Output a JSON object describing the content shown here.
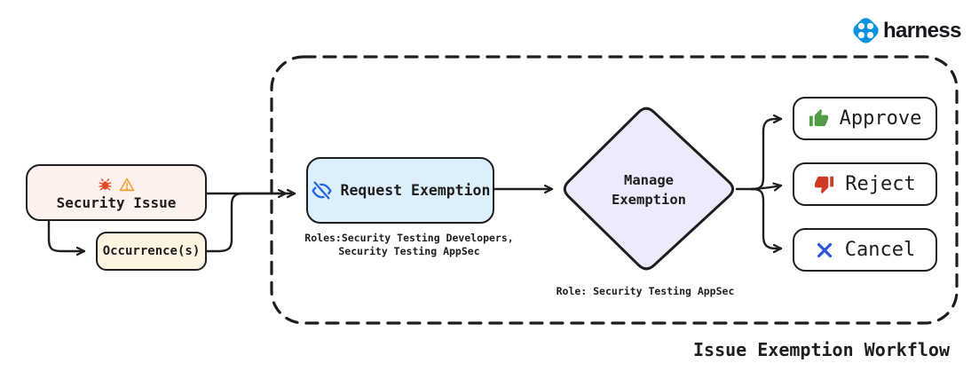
{
  "brand": {
    "name": "harness",
    "icon": "harness-logo-icon",
    "logo_color": "#0a94e0",
    "wordmark_color": "#16161c"
  },
  "caption": "Issue Exemption Workflow",
  "nodes": {
    "security_issue": {
      "label": "Security Issue",
      "icons": [
        "bug-icon",
        "warning-icon"
      ],
      "bg": "#fdf1ee"
    },
    "occurrences": {
      "label": "Occurrence(s)",
      "bg": "#fcf3e1"
    },
    "request_exemption": {
      "label": "Request Exemption",
      "icon": "eye-off-icon",
      "bg": "#ddeffb",
      "roles_note": "Roles:Security Testing Developers,\nSecurity Testing AppSec"
    },
    "manage_exemption": {
      "label": "Manage\nExemption",
      "shape": "diamond",
      "bg": "#ebebfb",
      "role_note": "Role: Security Testing AppSec"
    },
    "outcomes": [
      {
        "label": "Approve",
        "icon": "thumbs-up-icon",
        "icon_color": "#4e9e44"
      },
      {
        "label": "Reject",
        "icon": "thumbs-down-icon",
        "icon_color": "#ce3b22"
      },
      {
        "label": "Cancel",
        "icon": "x-icon",
        "icon_color": "#2d54e0"
      }
    ]
  },
  "colors": {
    "stroke": "#1e1e1e",
    "bug_red": "#e14a2b",
    "warning_orange": "#f0a02f",
    "eye_blue": "#2563eb",
    "approve_green": "#4e9e44",
    "reject_red": "#ce3b22",
    "cancel_blue": "#2d54e0",
    "harness_blue": "#0a94e0"
  }
}
